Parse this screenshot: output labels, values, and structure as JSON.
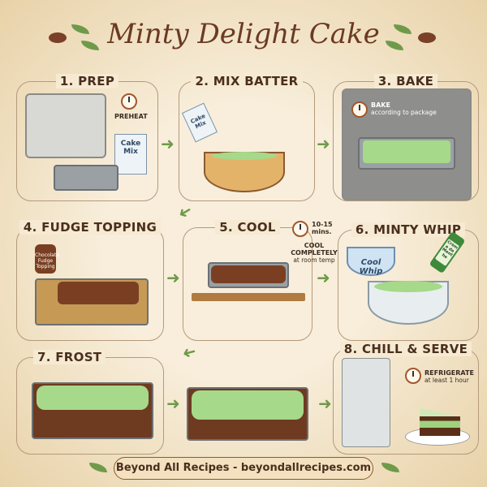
{
  "title": "Minty Delight Cake",
  "steps": [
    {
      "label": "1. PREP",
      "notes": {
        "preheat": "PREHEAT",
        "box": "Cake Mix"
      }
    },
    {
      "label": "2. MIX BATTER",
      "notes": {
        "box": "Cake Mix"
      }
    },
    {
      "label": "3. BAKE",
      "notes": {
        "line1": "BAKE",
        "line2": "according to package"
      }
    },
    {
      "label": "4. FUDGE TOPPING",
      "notes": {
        "jar": "Chocolate Fudge Topping"
      }
    },
    {
      "label": "5. COOL",
      "notes": {
        "time": "10-15 mins.",
        "line1": "COOL COMPLETELY",
        "line2": "at room temp"
      }
    },
    {
      "label": "6. MINTY WHIP",
      "notes": {
        "tub": "Cool Whip",
        "bottle": "Crème de Menthe"
      }
    },
    {
      "label": "7. FROST",
      "notes": {}
    },
    {
      "label": "8. CHILL & SERVE",
      "notes": {
        "line1": "REFRIGERATE",
        "line2": "at least 1 hour"
      }
    }
  ],
  "footer": "Beyond All Recipes - beyondallrecipes.com",
  "colors": {
    "mint": "#a6d98a",
    "chocolate": "#7a3f22",
    "arrow": "#6f9a4a",
    "background": "#f3e6cc"
  }
}
